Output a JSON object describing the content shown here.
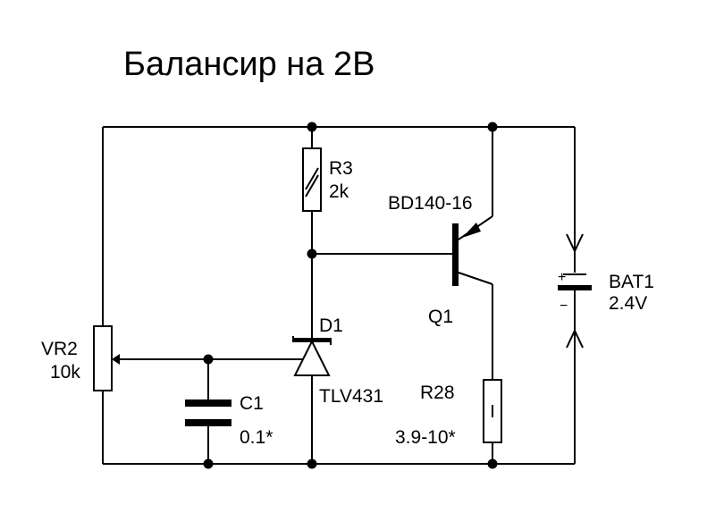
{
  "title": "Балансир на 2В",
  "components": {
    "r3": {
      "ref": "R3",
      "value": "2k"
    },
    "q1": {
      "ref": "Q1",
      "part": "BD140-16"
    },
    "bat1": {
      "ref": "BAT1",
      "value": "2.4V",
      "plus": "+",
      "minus": "−"
    },
    "d1": {
      "ref": "D1",
      "part": "TLV431"
    },
    "vr2": {
      "ref": "VR2",
      "value": "10k"
    },
    "c1": {
      "ref": "C1",
      "value": "0.1*"
    },
    "r28": {
      "ref": "R28",
      "value": "3.9-10*"
    }
  }
}
